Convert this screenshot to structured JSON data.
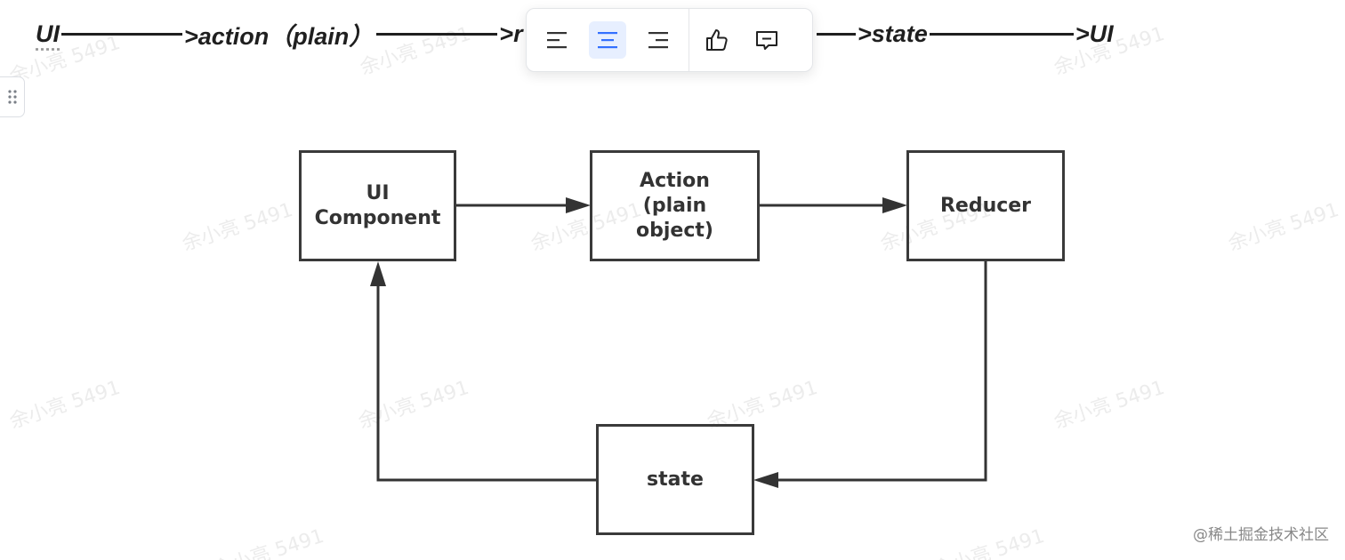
{
  "flow_text": {
    "ui_start": "UI",
    "action": ">action（plain）",
    "r_partial": ">r",
    "state": ">state",
    "ui_end": ">UI"
  },
  "toolbar": {
    "items": [
      {
        "icon": "align-left-icon",
        "active": false
      },
      {
        "icon": "align-center-icon",
        "active": true
      },
      {
        "icon": "align-right-icon",
        "active": false
      },
      {
        "icon": "thumbs-up-icon",
        "active": false
      },
      {
        "icon": "comment-icon",
        "active": false
      }
    ],
    "accent_color": "#3370ff"
  },
  "diagram": {
    "nodes": {
      "ui_component": "UI\nComponent",
      "action": "Action\n(plain\nobject)",
      "reducer": "Reducer",
      "state": "state"
    }
  },
  "watermark_text": "余小亮 5491",
  "credit": "@稀土掘金技术社区"
}
